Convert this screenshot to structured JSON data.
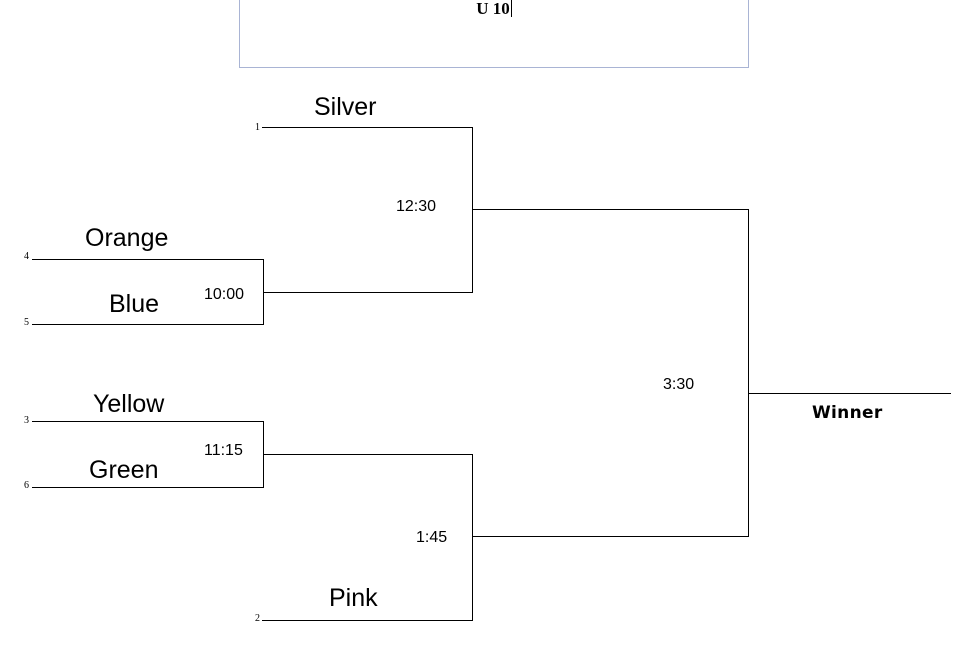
{
  "header": {
    "title": "U 10"
  },
  "teams": {
    "silver": "Silver",
    "orange": "Orange",
    "blue": "Blue",
    "yellow": "Yellow",
    "green": "Green",
    "pink": "Pink"
  },
  "seeds": {
    "s1": "1",
    "s4": "4",
    "s5": "5",
    "s3": "3",
    "s6": "6",
    "s2": "2"
  },
  "times": {
    "game_orange_blue": "10:00",
    "game_yellow_green": "11:15",
    "game_silver": "12:30",
    "game_pink": "1:45",
    "final": "3:30"
  },
  "winner_label": "Winner"
}
